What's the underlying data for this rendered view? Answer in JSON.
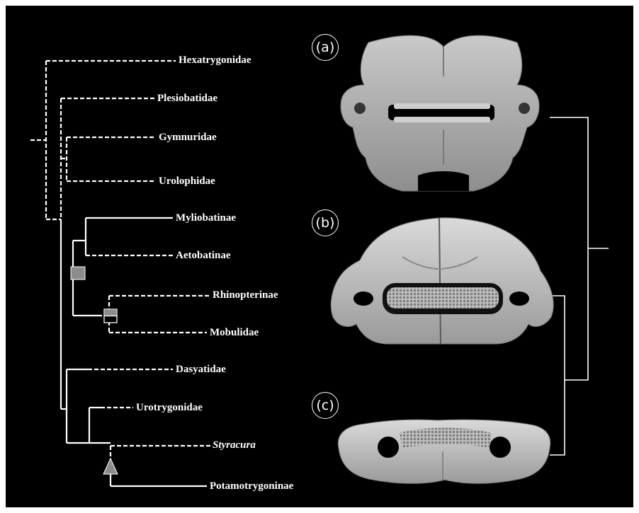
{
  "taxa": [
    {
      "name": "Hexatrygonidae",
      "italic": false
    },
    {
      "name": "Plesiobatidae",
      "italic": false
    },
    {
      "name": "Gymnuridae",
      "italic": false
    },
    {
      "name": "Urolophidae",
      "italic": false
    },
    {
      "name": "Myliobatinae",
      "italic": false
    },
    {
      "name": "Aetobatinae",
      "italic": false
    },
    {
      "name": "Rhinopterinae",
      "italic": false
    },
    {
      "name": "Mobulidae",
      "italic": false
    },
    {
      "name": "Dasyatidae",
      "italic": false
    },
    {
      "name": "Urotrygonidae",
      "italic": false
    },
    {
      "name": "Styracura",
      "italic": true
    },
    {
      "name": "Potamotrygoninae",
      "italic": false
    }
  ],
  "panels": {
    "a": "(a)",
    "b": "(b)",
    "c": "(c)"
  },
  "node_markers": [
    {
      "shape": "square",
      "color": "#8c8c8c"
    },
    {
      "shape": "split-square",
      "color": "#8c8c8c"
    },
    {
      "shape": "triangle",
      "color": "#8c8c8c"
    }
  ],
  "colors": {
    "background": "#000000",
    "branch": "#ffffff",
    "skull": "#a9a9a9"
  }
}
